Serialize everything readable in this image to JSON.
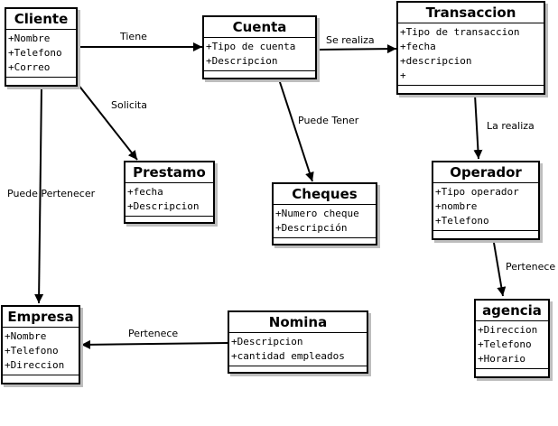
{
  "classes": {
    "cliente": {
      "name": "Cliente",
      "attributes": [
        "+Nombre",
        "+Telefono",
        "+Correo"
      ]
    },
    "cuenta": {
      "name": "Cuenta",
      "attributes": [
        "+Tipo de cuenta",
        "+Descripcion"
      ]
    },
    "transaccion": {
      "name": "Transaccion",
      "attributes": [
        "+Tipo de transaccion",
        "+fecha",
        "+descripcion",
        "+"
      ]
    },
    "prestamo": {
      "name": "Prestamo",
      "attributes": [
        "+fecha",
        "+Descripcion"
      ]
    },
    "cheques": {
      "name": "Cheques",
      "attributes": [
        "+Numero cheque",
        "+Descripción"
      ]
    },
    "operador": {
      "name": "Operador",
      "attributes": [
        "+Tipo operador",
        "+nombre",
        "+Telefono"
      ]
    },
    "empresa": {
      "name": "Empresa",
      "attributes": [
        "+Nombre",
        "+Telefono",
        "+Direccion"
      ]
    },
    "nomina": {
      "name": "Nomina",
      "attributes": [
        "+Descripcion",
        "+cantidad empleados"
      ]
    },
    "agencia": {
      "name": "agencia",
      "attributes": [
        "+Direccion",
        "+Telefono",
        "+Horario"
      ]
    }
  },
  "relations": {
    "cliente_cuenta": "Tiene",
    "cliente_prestamo": "Solicita",
    "cliente_empresa": "Puede Pertenecer",
    "cuenta_transaccion": "Se realiza",
    "cuenta_cheques": "Puede Tener",
    "transaccion_operador": "La realiza",
    "operador_agencia": "Pertenece",
    "nomina_empresa": "Pertenece"
  }
}
